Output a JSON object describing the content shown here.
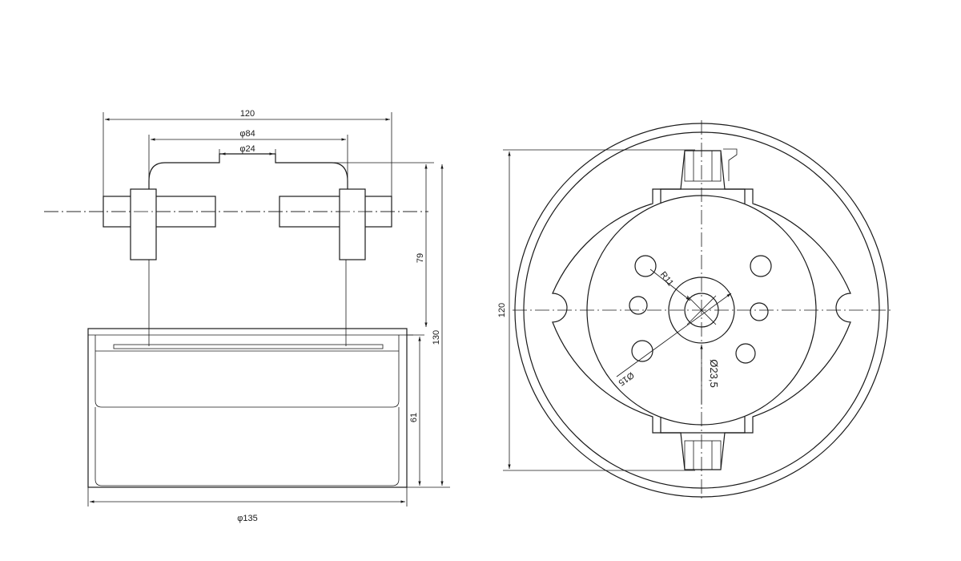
{
  "dimensions": {
    "side_width": "120",
    "side_phi84": "φ84",
    "side_phi24": "φ24",
    "side_height_79": "79",
    "side_height_130": "130",
    "side_height_61": "61",
    "side_phi135": "φ135",
    "front_height_120": "120",
    "front_r11": "R11",
    "front_phi23_5": "Ø23,5",
    "front_phi15": "Ø15"
  },
  "colors": {
    "line": "#1a1a1a",
    "background": "#ffffff"
  }
}
